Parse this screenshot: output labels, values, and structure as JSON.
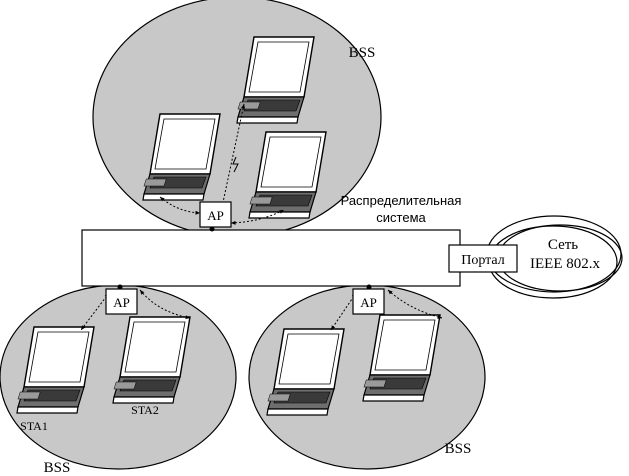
{
  "labels": {
    "bss_top": "BSS",
    "bss_bottom_left": "BSS",
    "bss_bottom_right": "BSS",
    "ap": "AP",
    "distribution_line1": "Распределительная",
    "distribution_line2": "система",
    "portal": "Портал",
    "network_line1": "Сеть",
    "network_line2": "IEEE 802.x",
    "sta1": "STA1",
    "sta2": "STA2"
  },
  "colors": {
    "bss_fill": "#c8c8c8",
    "laptop_screen": "#ffffff",
    "laptop_keyboard": "#4a4a4a",
    "line": "#000000",
    "background": "#ffffff"
  }
}
